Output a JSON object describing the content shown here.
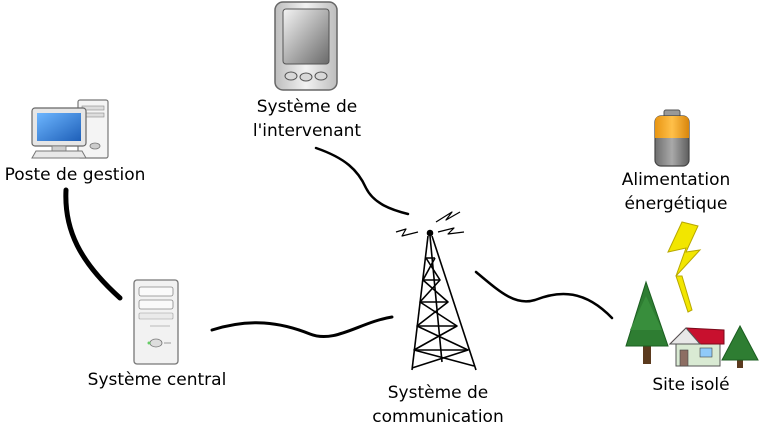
{
  "nodes": {
    "management": {
      "label": "Poste de gestion",
      "icon": "desktop-computer-icon"
    },
    "field": {
      "label_line1": "Système de",
      "label_line2": "l'intervenant",
      "icon": "handheld-device-icon"
    },
    "central": {
      "label": "Système central",
      "icon": "server-tower-icon"
    },
    "communication": {
      "label_line1": "Système de",
      "label_line2": "communication",
      "icon": "radio-tower-icon"
    },
    "power": {
      "label_line1": "Alimentation",
      "label_line2": "énergétique",
      "icon": "battery-icon"
    },
    "site": {
      "label": "Site isolé",
      "icon": "house-with-trees-icon"
    }
  },
  "colors": {
    "screen_blue": "#1e7ad8",
    "battery_orange": "#f5a623",
    "lightning_yellow": "#f2e600",
    "roof_red": "#c8102e",
    "house_wall": "#d9ead3",
    "tree_green": "#2e7d32"
  }
}
